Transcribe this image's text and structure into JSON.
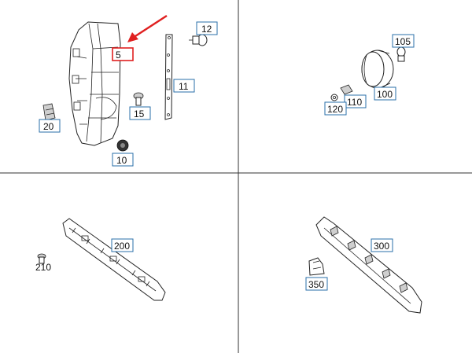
{
  "colors": {
    "callout_border": "#2a6fa8",
    "highlight": "#e02020",
    "line": "#222222",
    "background": "#ffffff"
  },
  "quadrants": {
    "top_left": {
      "callouts": {
        "c5": "5",
        "c12": "12",
        "c11": "11",
        "c15": "15",
        "c20": "20",
        "c10": "10"
      }
    },
    "top_right": {
      "callouts": {
        "c105": "105",
        "c100": "100",
        "c110": "110",
        "c120": "120"
      }
    },
    "bottom_left": {
      "callouts": {
        "c200": "200"
      },
      "labels": {
        "l210": "210"
      }
    },
    "bottom_right": {
      "callouts": {
        "c300": "300",
        "c350": "350"
      }
    }
  }
}
